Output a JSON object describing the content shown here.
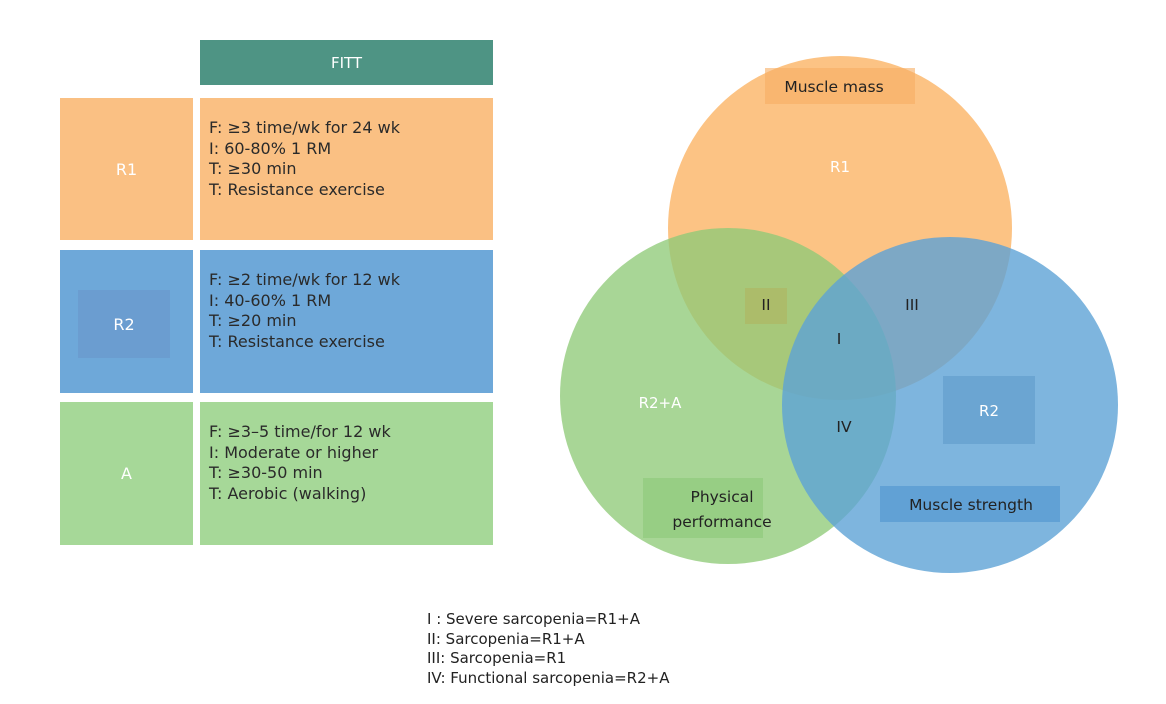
{
  "table": {
    "header": "FITT",
    "rows": [
      {
        "label": "R1",
        "lines": [
          "F: ≥3 time/wk for 24 wk",
          "I: 60-80% 1 RM",
          "T: ≥30 min",
          "T: Resistance exercise"
        ],
        "color": "#fac083"
      },
      {
        "label": "R2",
        "lines": [
          "F: ≥2 time/wk for 12 wk",
          "I: 40-60% 1 RM",
          "T: ≥20 min",
          "T: Resistance exercise"
        ],
        "color": "#6ea8d9"
      },
      {
        "label": "A",
        "lines": [
          "F: ≥3–5 time/for 12 wk",
          "I: Moderate or higher",
          "T: ≥30-50 min",
          "T: Aerobic (walking)"
        ],
        "color": "#a6d898"
      }
    ]
  },
  "venn": {
    "circles": [
      {
        "name": "Muscle mass",
        "label": "R1",
        "color": "#fbb86e"
      },
      {
        "name": "Physical performance",
        "label_lines": [
          "Physical",
          "performance"
        ],
        "group": "R2+A",
        "color": "#92cc7c"
      },
      {
        "name": "Muscle strength",
        "label": "R2",
        "color": "#5ea2d6"
      }
    ],
    "regions": {
      "I": "I",
      "II": "II",
      "III": "III",
      "IV": "IV"
    }
  },
  "legend": [
    "I : Severe sarcopenia=R1+A",
    "II: Sarcopenia=R1+A",
    "III: Sarcopenia=R1",
    "IV: Functional sarcopenia=R2+A"
  ]
}
